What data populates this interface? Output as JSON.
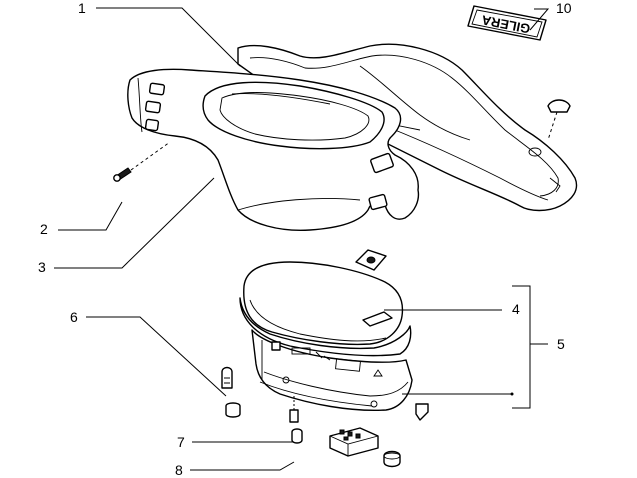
{
  "callouts": [
    {
      "id": "1",
      "label": "1"
    },
    {
      "id": "2",
      "label": "2"
    },
    {
      "id": "3",
      "label": "3"
    },
    {
      "id": "4",
      "label": "4"
    },
    {
      "id": "5",
      "label": "5"
    },
    {
      "id": "6",
      "label": "6"
    },
    {
      "id": "7",
      "label": "7"
    },
    {
      "id": "8",
      "label": "8"
    },
    {
      "id": "10",
      "label": "10"
    }
  ],
  "badge": {
    "text": "GILERA"
  },
  "colors": {
    "ink": "#000000",
    "background": "#ffffff"
  }
}
